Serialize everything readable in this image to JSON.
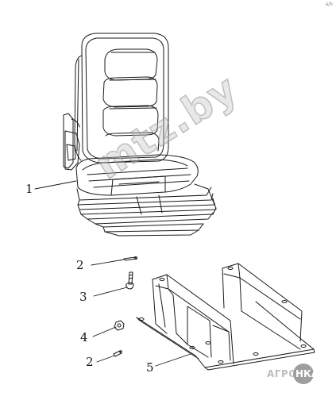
{
  "callouts": {
    "c1": "1",
    "c2a": "2",
    "c3": "3",
    "c4": "4",
    "c2b": "2",
    "c5": "5"
  },
  "watermark": "mtz.by",
  "logo": {
    "agro": "АГРО",
    "nka": "НКА"
  },
  "corner_mark": "a/b"
}
